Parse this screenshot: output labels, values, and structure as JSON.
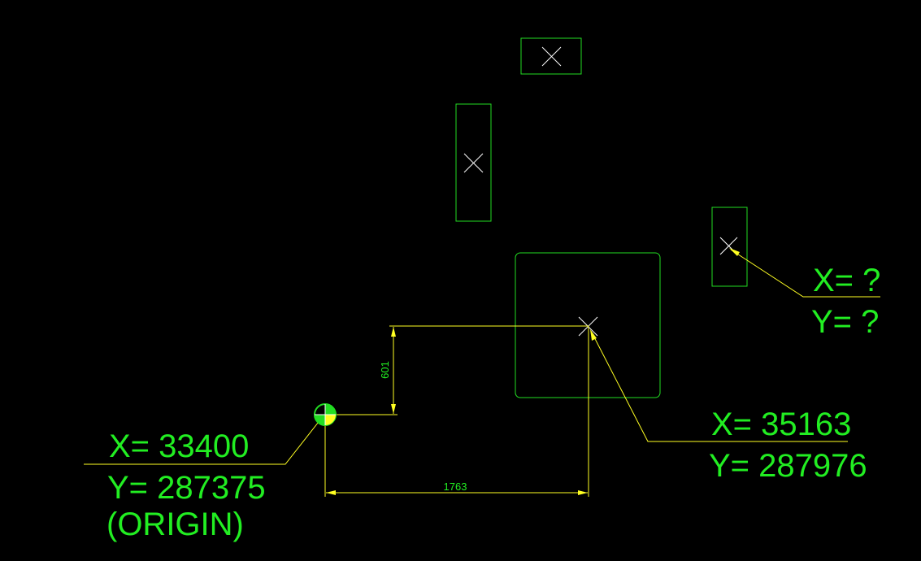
{
  "colors": {
    "background": "#000000",
    "geometry": "#22dd22",
    "dimension": "#ffff22",
    "text": "#22ee22",
    "marker": "#ffffff"
  },
  "dimensions": {
    "horizontal": "1763",
    "vertical": "601"
  },
  "origin": {
    "x_label": "X= 33400",
    "y_label": "Y= 287375",
    "note": "(ORIGIN)"
  },
  "target": {
    "x_label": "X= 35163",
    "y_label": "Y= 287976"
  },
  "unknown": {
    "x_label": "X= ?",
    "y_label": "Y= ?"
  }
}
